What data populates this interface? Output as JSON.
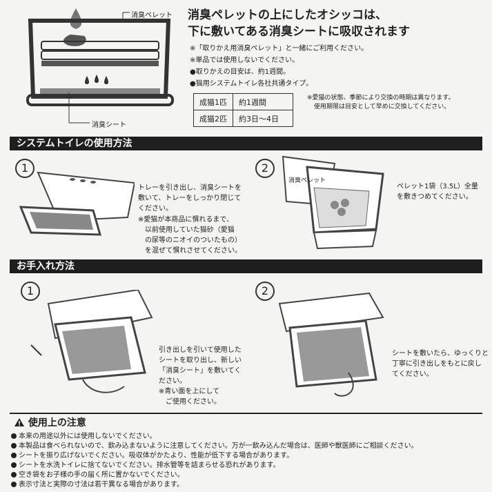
{
  "header": {
    "pellet_label": "消臭ペレット",
    "sheet_label": "消臭シート",
    "headline_1": "消臭ペレットの上にしたオシッコは、",
    "headline_2": "下に敷いてある消臭シートに吸収されます"
  },
  "notes": [
    "※「取りかえ用消臭ペレット」と一緒にご利用ください。",
    "※単品では使用しないでください。",
    "●取りかえの目安は、約1週間。",
    "●猫用システムトイレ各社共通タイプ。"
  ],
  "table": {
    "rows": [
      {
        "who": "成猫1匹",
        "period": "約1週間"
      },
      {
        "who": "成猫2匹",
        "period": "約3日〜4日"
      }
    ],
    "note_1": "※愛猫の状態、季節により交換の時期は異なります。",
    "note_2": "使用期限は目安として早めに交換してください。"
  },
  "section_usage": {
    "title": "システムトイレの使用方法",
    "step1_num": "1",
    "step1_text": [
      "トレーを引き出し、消臭シートを",
      "敷いて、トレーをしっかり閉じて",
      "ください。"
    ],
    "step1_note": [
      "※愛猫が本商品に慣れるまで、",
      "以前使用していた猫砂（愛猫",
      "の尿等のニオイのついたもの）",
      "を混ぜて慣れさせてください。"
    ],
    "step2_num": "2",
    "step2_bag_label": "消臭ペレット",
    "step2_text": [
      "ペレット1袋（3.5L）全量",
      "を敷きつめてください。"
    ]
  },
  "section_care": {
    "title": "お手入れ方法",
    "step1_num": "1",
    "step1_text": [
      "引き出しを引いて使用した",
      "シートを取り出し、新しい",
      "「消臭シート」を敷いてく",
      "ださい。"
    ],
    "step1_note": [
      "※青い面を上にして",
      "ご使用ください。"
    ],
    "step2_num": "2",
    "step2_text": [
      "シートを敷いたら、ゆっくりと",
      "丁寧に引き出しをもとに戻し",
      "てください。"
    ]
  },
  "caution": {
    "title": "使用上の注意",
    "items": [
      "本来の用途以外には使用しないでください。",
      "本製品は食べられないので、飲み込まないように注意してください。万が一飲み込んだ場合は、医師や獣医師にご相談ください。",
      "シートを振り広げないでください。吸収体がかたより、性能が低下する場合があります。",
      "シートを水洗トイレに捨てないでください。排水管等を詰まらせる恐れがあります。",
      "空き袋をお子様の手の届く所に置かないでください。",
      "表示寸法と実際の寸法は若干異なる場合があります。"
    ]
  }
}
